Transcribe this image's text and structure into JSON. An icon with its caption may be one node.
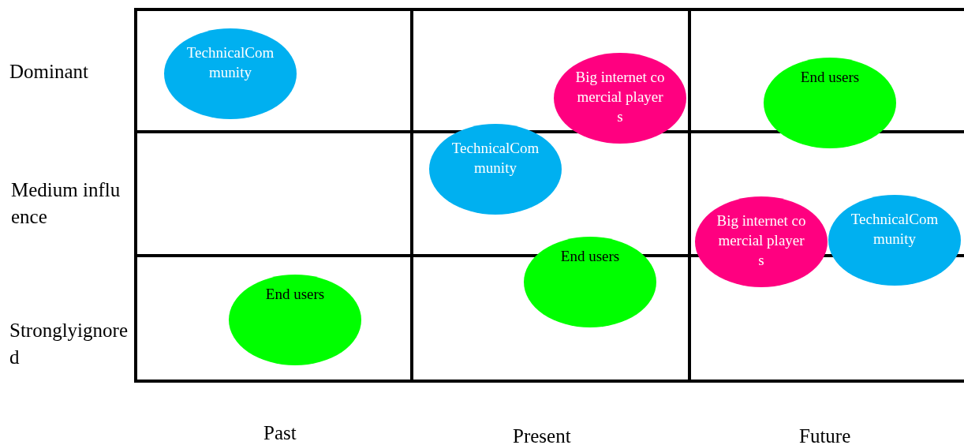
{
  "diagram": {
    "nodes": [
      {
        "text": [
          "TechnicalCommunity"
        ]
      },
      {
        "text": [
          "Big internet comercial players"
        ]
      },
      {
        "text": [
          "End users"
        ]
      },
      {
        "text": [
          "TechnicalCommunity"
        ]
      },
      {
        "text": [
          "Big internet comercial players"
        ]
      },
      {
        "text": [
          "TechnicalCommunity"
        ]
      },
      {
        "text": [
          "End users"
        ]
      },
      {
        "text": [
          "End users"
        ]
      }
    ],
    "labels": [
      "Dominant",
      "Medium influence",
      "Stronglyignored",
      "Past",
      "Present",
      "Future"
    ]
  }
}
